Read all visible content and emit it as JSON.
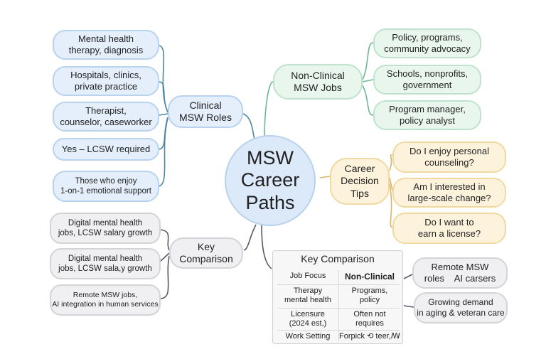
{
  "center": {
    "title": "MSW\nCareer\nPaths"
  },
  "hubs": {
    "clinical": "Clinical\nMSW Roles",
    "non_clinical": "Non-Clinical\nMSW Jobs",
    "tips": "Career\nDecision\nTips",
    "key": "Key\nComparison"
  },
  "clinical_items": [
    "Mental health\ntherapy, diagnosis",
    "Hospitals, clinics,\nprivate practice",
    "Therapist,\ncounselor, caseworker",
    "Yes – LCSW required",
    "Those who enjoy\n1-on-1 emotional support"
  ],
  "non_clinical_items": [
    "Policy, programs,\ncommunity advocacy",
    "Schools, nonprofits,\ngovernment",
    "Program manager,\npolicy analyst"
  ],
  "tips_items": [
    "Do I enjoy personal\ncounseling?",
    "Am I interested in\nlarge-scale change?",
    "Do I want to\nearn a license?"
  ],
  "key_items": [
    "Digital mental health\njobs, LCSW salary growth",
    "Digital mental health\njobs, LCSW sala,y growth",
    "Remote MSW jobs,\nAI integration in human services"
  ],
  "table": {
    "title": "Key Comparison",
    "header": [
      "Job Focus",
      "Non-Clinical"
    ],
    "rows": [
      [
        "Therapy\nmental health",
        "Programs,\npolicy"
      ],
      [
        "Licensure\n(2024 est,)",
        "Often not\nrequires"
      ],
      [
        "Work Setting",
        "Forpick ⟲ teer,ꟿ"
      ]
    ]
  },
  "right_items": [
    "Remote MSW\nroles    AI carsers",
    "Growing demand\nin aging & veteran care"
  ],
  "colors": {
    "blue": "#b9d3ee",
    "green": "#bfe3cc",
    "yellow": "#f1d9a1",
    "gray": "#8a8a90",
    "teal": "#5a8fa6"
  }
}
